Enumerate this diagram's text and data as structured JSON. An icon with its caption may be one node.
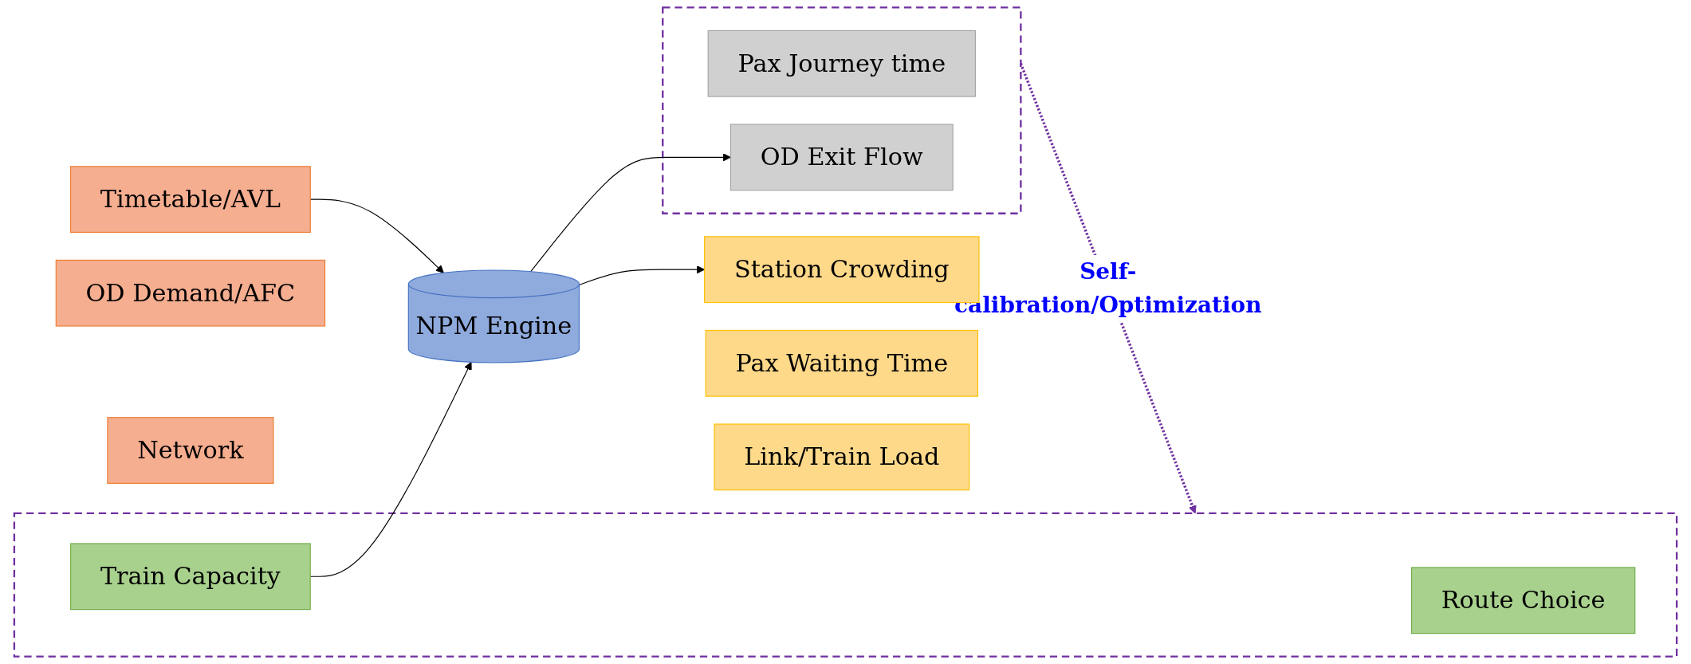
{
  "diagram": {
    "nodes": [
      {
        "text": [
          "Timetable/AVL"
        ]
      },
      {
        "text": [
          "OD Demand/AFC"
        ]
      },
      {
        "text": [
          "Network"
        ]
      },
      {
        "text": [],
        "shape": "box"
      },
      {
        "text": [
          "Route Choice"
        ],
        "in": 3
      },
      {
        "text": [
          "Train Capacity"
        ],
        "in": 3
      },
      {
        "text": [
          "NPM Engine"
        ]
      },
      {
        "text": [
          "Station Crowding"
        ]
      },
      {
        "text": [
          "Pax Waiting Time"
        ]
      },
      {
        "text": [
          "Link/Train Load"
        ]
      },
      {
        "text": [],
        "shape": "box"
      },
      {
        "text": [
          "Pax Journey time"
        ],
        "in": 10
      },
      {
        "text": [
          "OD Exit Flow"
        ],
        "in": 10
      }
    ],
    "edges": [
      {
        "from": 0,
        "to": 6,
        "arrow": "to"
      },
      {
        "from": 5,
        "to": 6,
        "arrow": "to"
      },
      {
        "from": 6,
        "to": 7,
        "arrow": "to"
      },
      {
        "from": 6,
        "to": 12,
        "arrow": "to"
      },
      {
        "from": 10,
        "to": 3,
        "arrow": "to",
        "label": "Self-calibration/Optimization",
        "style": "dashed",
        "color": "#7030a0"
      }
    ]
  }
}
